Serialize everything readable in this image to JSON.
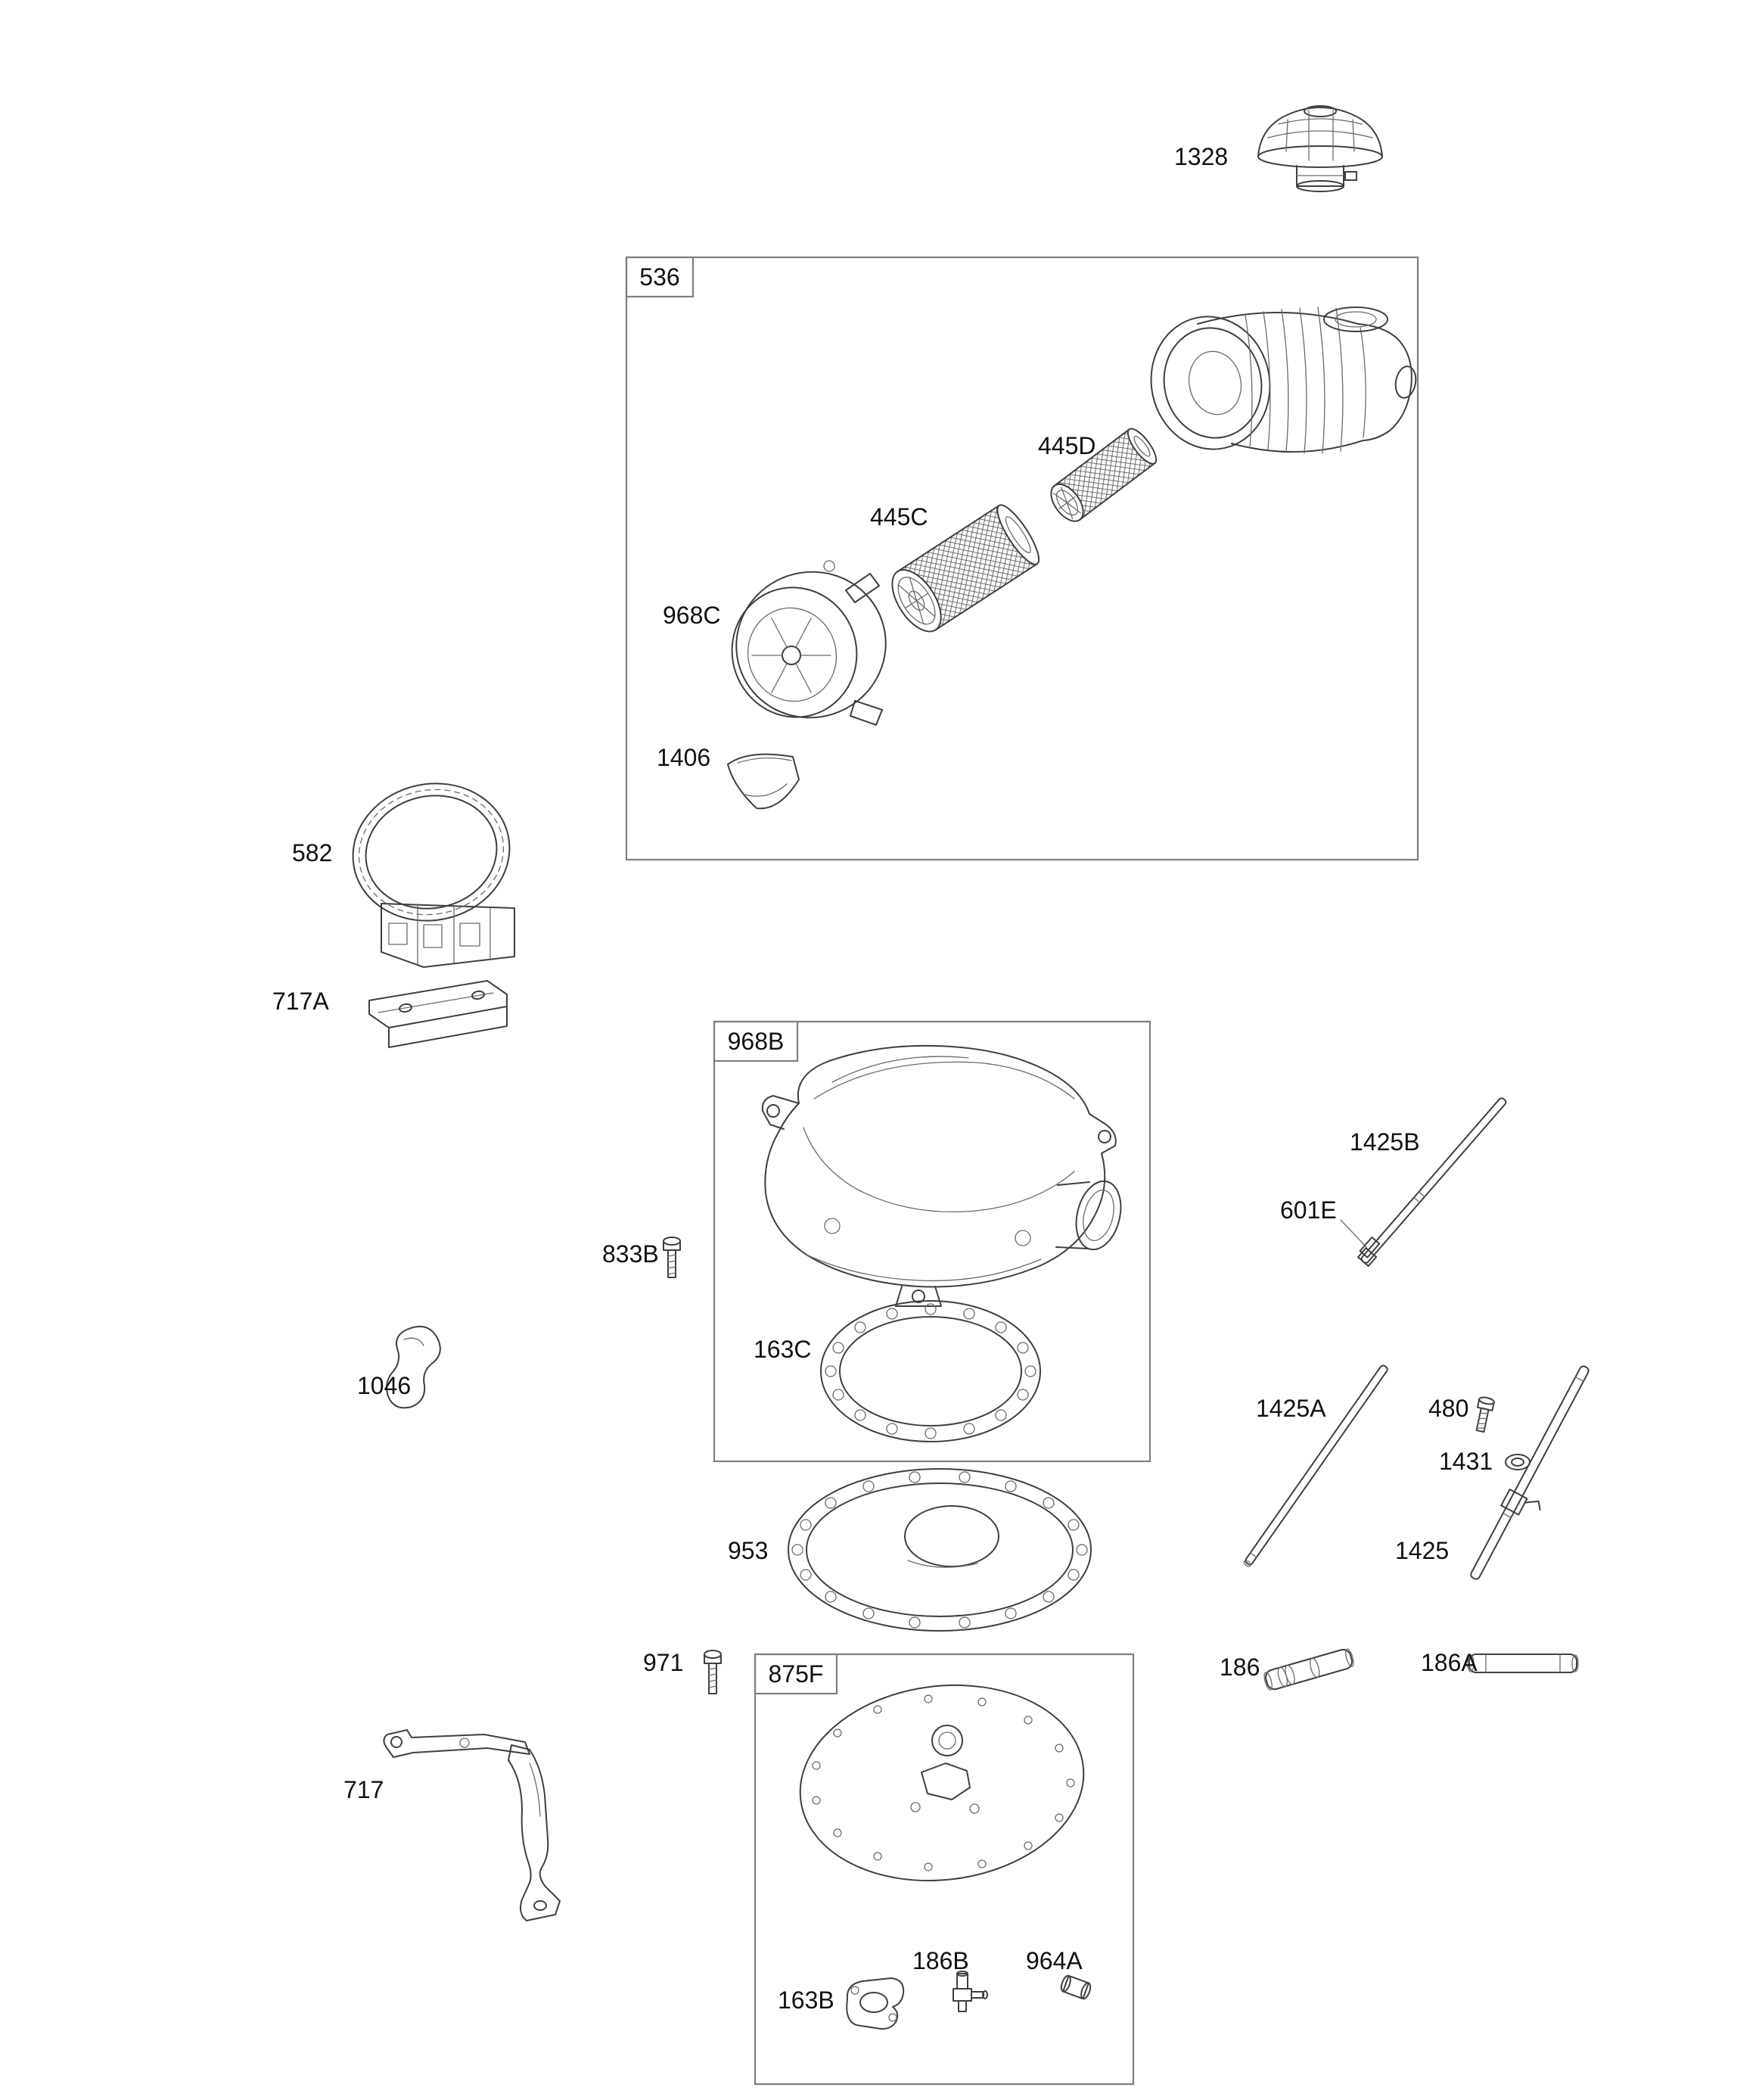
{
  "diagram": {
    "type": "exploded-parts-diagram",
    "background_color": "#ffffff",
    "line_color": "#3f3f3f",
    "label_color": "#111111",
    "group_boxes": [
      {
        "id": "536",
        "label": "536"
      },
      {
        "id": "968B",
        "label": "968B"
      },
      {
        "id": "875F",
        "label": "875F"
      }
    ],
    "labels": {
      "p1328": "1328",
      "p445D": "445D",
      "p445C": "445C",
      "p968C": "968C",
      "p1406": "1406",
      "p582": "582",
      "p717A": "717A",
      "p833B": "833B",
      "p163C": "163C",
      "p1425B": "1425B",
      "p601E": "601E",
      "p1046": "1046",
      "p1425A": "1425A",
      "p480": "480",
      "p1431": "1431",
      "p1425": "1425",
      "p953": "953",
      "p971": "971",
      "p717": "717",
      "p186": "186",
      "p186A": "186A",
      "p186B": "186B",
      "p964A": "964A",
      "p163B": "163B"
    }
  }
}
